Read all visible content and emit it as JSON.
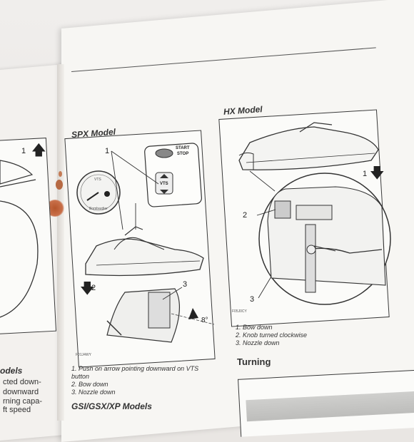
{
  "spx": {
    "title": "SPX Model",
    "callouts": [
      "1",
      "2",
      "3"
    ],
    "gauge_label": "VTS",
    "gauge_brand": "Bombardier",
    "start_stop": [
      "START",
      "STOP"
    ],
    "vts_button": "VTS",
    "angle": "8°",
    "figure_code": "F01J4WY",
    "captions": [
      "1.  Push on arrow pointing downward on VTS",
      "     button",
      "2.  Bow down",
      "3.  Nozzle down"
    ]
  },
  "hx": {
    "title": "HX Model",
    "callouts": [
      "1",
      "2",
      "3"
    ],
    "figure_code": "F05J0CY",
    "captions": [
      "1.  Bow down",
      "2.  Knob turned clockwise",
      "3.  Nozzle down"
    ]
  },
  "sections": {
    "gsi": "GSI/GSX/XP Models",
    "turning": "Turning"
  },
  "left_page": {
    "callout": "1",
    "heading_fragment": "odels",
    "lines": [
      "cted down-",
      "downward",
      "rning capa-",
      "ft speed"
    ]
  }
}
